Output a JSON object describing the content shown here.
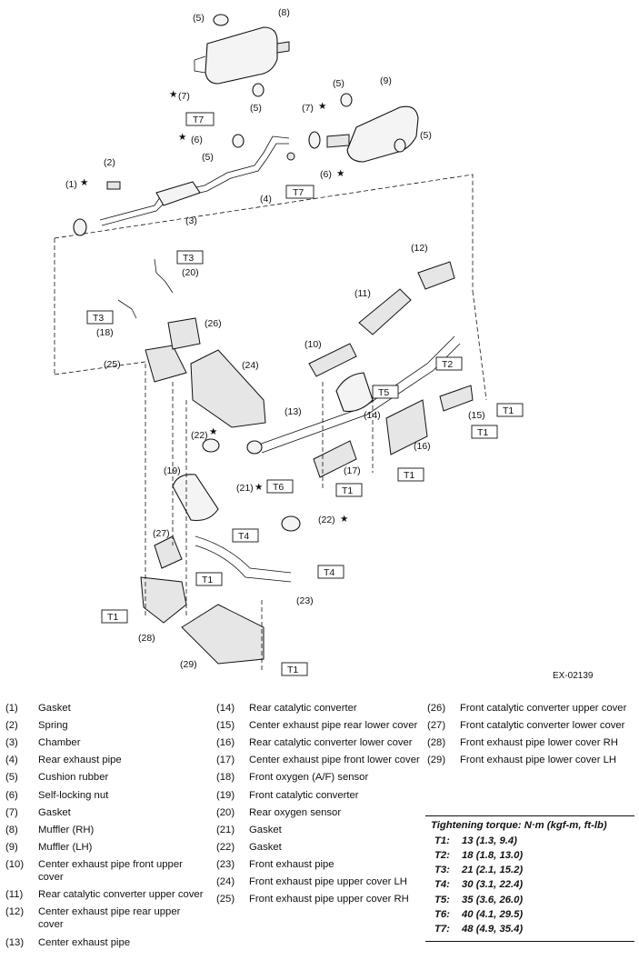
{
  "figure_id": "EX-02139",
  "callouts": {
    "c1": "(1)",
    "c2": "(2)",
    "c3": "(3)",
    "c4": "(4)",
    "c5a": "(5)",
    "c5b": "(5)",
    "c5c": "(5)",
    "c5d": "(5)",
    "c5e": "(5)",
    "c6a": "(6)",
    "c6b": "(6)",
    "c7a": "(7)",
    "c7b": "(7)",
    "c8": "(8)",
    "c9": "(9)",
    "c10": "(10)",
    "c11": "(11)",
    "c12": "(12)",
    "c13": "(13)",
    "c14": "(14)",
    "c15": "(15)",
    "c16": "(16)",
    "c17": "(17)",
    "c18": "(18)",
    "c19": "(19)",
    "c20": "(20)",
    "c21": "(21)",
    "c22a": "(22)",
    "c22b": "(22)",
    "c23": "(23)",
    "c24": "(24)",
    "c25": "(25)",
    "c26": "(26)",
    "c27": "(27)",
    "c28": "(28)",
    "c29": "(29)",
    "star": "★"
  },
  "torque_tags": {
    "t7a": "T7",
    "t7b": "T7",
    "t3a": "T3",
    "t3b": "T3",
    "t2": "T2",
    "t5": "T5",
    "t1a": "T1",
    "t1b": "T1",
    "t1c": "T1",
    "t1d": "T1",
    "t1e": "T1",
    "t1f": "T1",
    "t1g": "T1",
    "t6": "T6",
    "t4a": "T4",
    "t4b": "T4"
  },
  "legend": {
    "col1": [
      {
        "num": "(1)",
        "text": "Gasket"
      },
      {
        "num": "(2)",
        "text": "Spring"
      },
      {
        "num": "(3)",
        "text": "Chamber"
      },
      {
        "num": "(4)",
        "text": "Rear exhaust pipe"
      },
      {
        "num": "(5)",
        "text": "Cushion rubber"
      },
      {
        "num": "(6)",
        "text": "Self-locking nut"
      },
      {
        "num": "(7)",
        "text": "Gasket"
      },
      {
        "num": "(8)",
        "text": "Muffler (RH)"
      },
      {
        "num": "(9)",
        "text": "Muffler (LH)"
      },
      {
        "num": "(10)",
        "text": "Center exhaust pipe front upper cover"
      },
      {
        "num": "(11)",
        "text": "Rear catalytic converter upper cover"
      },
      {
        "num": "(12)",
        "text": "Center exhaust pipe rear upper cover"
      },
      {
        "num": "(13)",
        "text": "Center exhaust pipe"
      }
    ],
    "col2": [
      {
        "num": "(14)",
        "text": "Rear catalytic converter"
      },
      {
        "num": "(15)",
        "text": "Center exhaust pipe rear lower cover"
      },
      {
        "num": "(16)",
        "text": "Rear catalytic converter lower cover"
      },
      {
        "num": "(17)",
        "text": "Center exhaust pipe front lower cover"
      },
      {
        "num": "(18)",
        "text": "Front oxygen (A/F) sensor"
      },
      {
        "num": "(19)",
        "text": "Front catalytic converter"
      },
      {
        "num": "(20)",
        "text": "Rear oxygen sensor"
      },
      {
        "num": "(21)",
        "text": "Gasket"
      },
      {
        "num": "(22)",
        "text": "Gasket"
      },
      {
        "num": "(23)",
        "text": "Front exhaust pipe"
      },
      {
        "num": "(24)",
        "text": "Front exhaust pipe upper cover LH"
      },
      {
        "num": "(25)",
        "text": "Front exhaust pipe upper cover RH"
      }
    ],
    "col3": [
      {
        "num": "(26)",
        "text": "Front catalytic converter upper cover"
      },
      {
        "num": "(27)",
        "text": "Front catalytic converter lower cover"
      },
      {
        "num": "(28)",
        "text": "Front exhaust pipe lower cover RH"
      },
      {
        "num": "(29)",
        "text": "Front exhaust pipe lower cover LH"
      }
    ]
  },
  "torque_table": {
    "header": "Tightening torque: N·m (kgf-m, ft-lb)",
    "rows": [
      {
        "key": "T1:",
        "value": "13 (1.3, 9.4)"
      },
      {
        "key": "T2:",
        "value": "18 (1.8, 13.0)"
      },
      {
        "key": "T3:",
        "value": "21 (2.1, 15.2)"
      },
      {
        "key": "T4:",
        "value": "30 (3.1, 22.4)"
      },
      {
        "key": "T5:",
        "value": "35 (3.6, 26.0)"
      },
      {
        "key": "T6:",
        "value": "40 (4.1, 29.5)"
      },
      {
        "key": "T7:",
        "value": "48 (4.9, 35.4)"
      }
    ]
  }
}
